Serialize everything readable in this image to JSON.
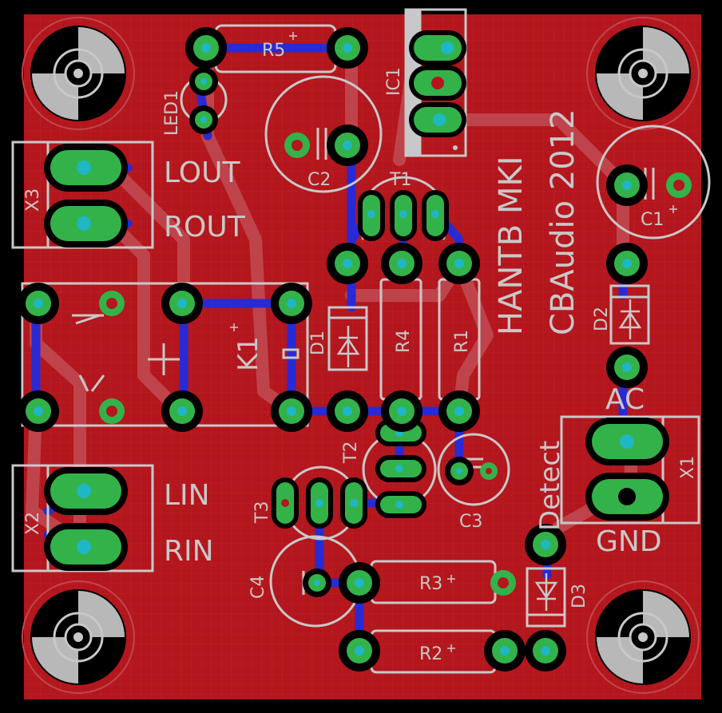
{
  "board": {
    "colors": {
      "background": "#000000",
      "copper_top": "#b3161c",
      "grid": "#c8464a",
      "silk": "#c8c8c8",
      "trace_top": "#c0464e",
      "trace_bottom": "#2a2ad4",
      "pad_copper": "#000000",
      "pad_green": "#33b24a",
      "hole": "#1fb7c4",
      "mount_outer": "#b8b8b8",
      "mount_inner": "#000000"
    },
    "silkscreen_texts": {
      "title_hantb": "HANTB MKI",
      "title_cbaudio": "CBAudio 2012",
      "lout": "LOUT",
      "rout": "ROUT",
      "lin": "LIN",
      "rin": "RIN",
      "ac": "AC",
      "gnd": "GND",
      "detect": "Detect"
    },
    "component_labels": {
      "r5": "R5",
      "r4": "R4",
      "r1": "R1",
      "r3": "R3",
      "r2": "R2",
      "ic1": "IC1",
      "led1": "LED1",
      "c1": "C1",
      "c2": "C2",
      "c3": "C3",
      "c4": "C4",
      "d1": "D1",
      "d2": "D2",
      "d3": "D3",
      "t1": "T1",
      "t2": "T2",
      "t3": "T3",
      "k1": "K1",
      "x1": "X1",
      "x2": "X2",
      "x3": "X3"
    }
  }
}
